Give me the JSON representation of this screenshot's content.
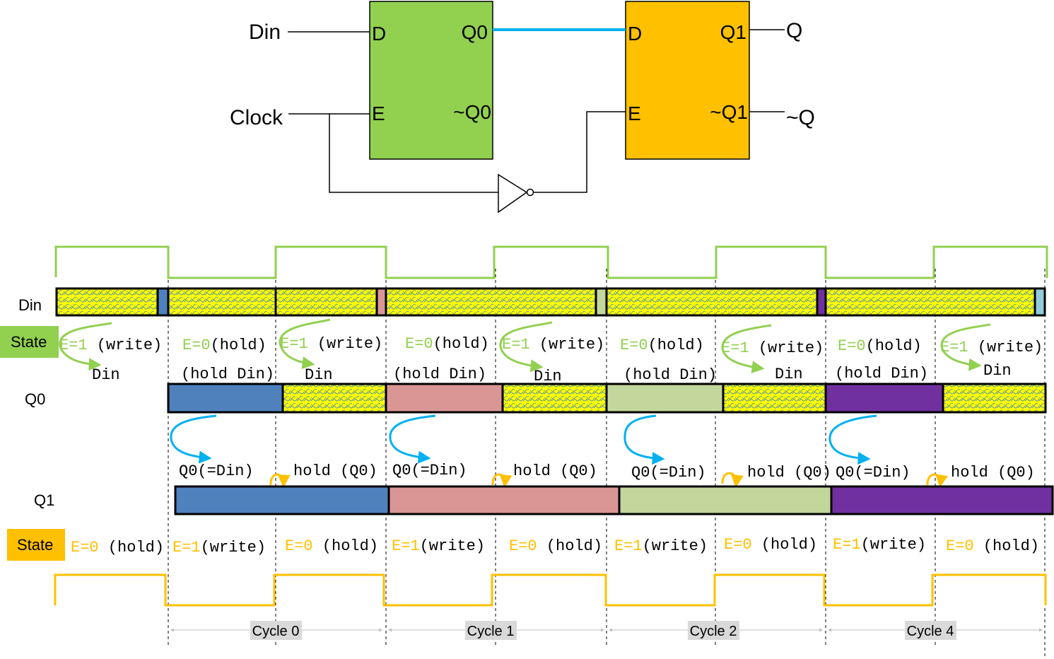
{
  "circuit": {
    "input_din": "Din",
    "input_clock": "Clock",
    "output_q": "Q",
    "output_nq": "~Q",
    "latch0": {
      "pin_d": "D",
      "pin_e": "E",
      "pin_q": "Q0",
      "pin_nq": "~Q0"
    },
    "latch1": {
      "pin_d": "D",
      "pin_e": "E",
      "pin_q": "Q1",
      "pin_nq": "~Q1"
    }
  },
  "timing": {
    "signals": {
      "din": "Din",
      "q0": "Q0",
      "q1": "Q1"
    },
    "state_label_latch0": "State",
    "state_label_latch1": "State",
    "latch0_states": [
      {
        "e": "E=1",
        "mode": " (write)",
        "note": "Din"
      },
      {
        "e": "E=0",
        "mode": "(hold)",
        "note": "(hold Din)"
      },
      {
        "e": "E=1",
        "mode": " (write)",
        "note": "Din"
      },
      {
        "e": "E=0",
        "mode": "(hold)",
        "note": "(hold Din)"
      },
      {
        "e": "E=1",
        "mode": " (write)",
        "note": "Din"
      },
      {
        "e": "E=0",
        "mode": "(hold)",
        "note": "(hold Din)"
      },
      {
        "e": "E=1",
        "mode": " (write)",
        "note": "Din"
      },
      {
        "e": "E=0",
        "mode": "(hold)",
        "note": "(hold Din)"
      },
      {
        "e": "E=1",
        "mode": " (write)",
        "note": "Din"
      }
    ],
    "q1_notes": [
      "Q0(=Din)",
      "hold (Q0)",
      "Q0(=Din)",
      "hold (Q0)",
      "Q0(=Din)",
      "hold (Q0)",
      "Q0(=Din)",
      "hold (Q0)"
    ],
    "latch1_states": [
      {
        "e": "E=0",
        "mode": " (hold)"
      },
      {
        "e": "E=1",
        "mode": "(write)"
      },
      {
        "e": "E=0",
        "mode": " (hold)"
      },
      {
        "e": "E=1",
        "mode": "(write)"
      },
      {
        "e": "E=0",
        "mode": " (hold)"
      },
      {
        "e": "E=1",
        "mode": "(write)"
      },
      {
        "e": "E=0",
        "mode": " (hold)"
      },
      {
        "e": "E=1",
        "mode": "(write)"
      },
      {
        "e": "E=0",
        "mode": " (hold)"
      }
    ],
    "cycles": [
      "Cycle 0",
      "Cycle 1",
      "Cycle 2",
      "Cycle 4"
    ]
  },
  "colors": {
    "latch0_fill": "#92d050",
    "latch1_fill": "#ffc000",
    "wire_q0": "#00b0f0",
    "value_blue": "#4f81bd",
    "value_pink": "#d99694",
    "value_lightgreen": "#c3d69b",
    "value_purple": "#7030a0",
    "value_lightblue": "#92cddc",
    "unknown_fill": "#ffff00",
    "clock_green": "#92d050",
    "clock_orange": "#ffc000"
  }
}
